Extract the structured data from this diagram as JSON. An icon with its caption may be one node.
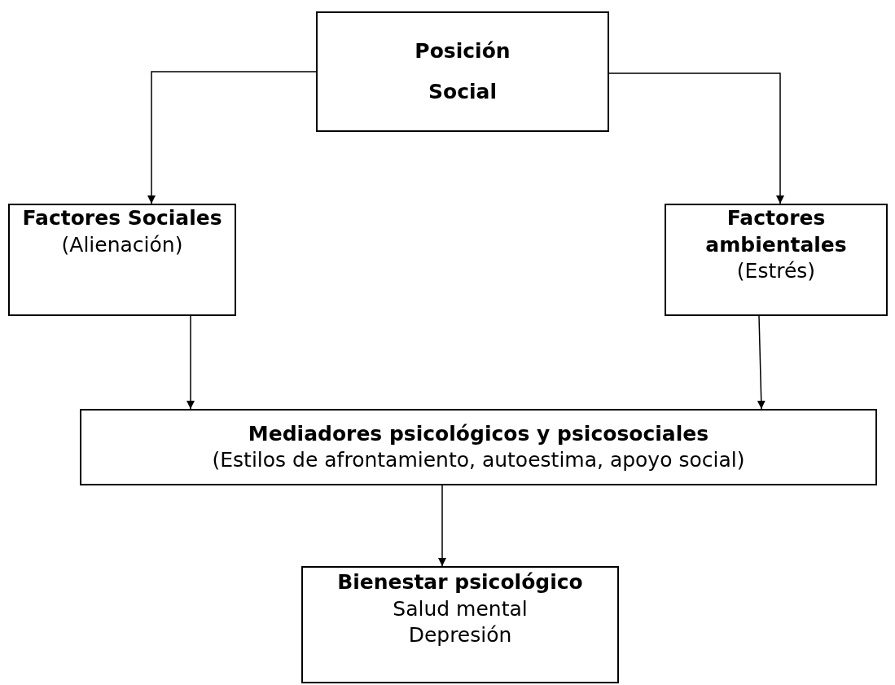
{
  "diagram": {
    "nodes": [
      {
        "text": [
          "Posición Social"
        ]
      },
      {
        "text": [
          "Factores Sociales",
          "(Alienación)"
        ]
      },
      {
        "text": [
          "Factores ambientales",
          "(Estrés)"
        ]
      },
      {
        "text": [
          "Mediadores psicológicos y psicosociales",
          "(Estilos de afrontamiento, autoestima, apoyo social)"
        ]
      },
      {
        "text": [
          "Bienestar psicológico",
          "Salud mental",
          "Depresión"
        ]
      }
    ],
    "edges": [
      {
        "from": 0,
        "to": 1,
        "arrow": "to"
      },
      {
        "from": 0,
        "to": 2,
        "arrow": "to"
      },
      {
        "from": 1,
        "to": 3,
        "arrow": "to"
      },
      {
        "from": 2,
        "to": 3,
        "arrow": "to"
      },
      {
        "from": 3,
        "to": 4,
        "arrow": "to"
      }
    ]
  }
}
